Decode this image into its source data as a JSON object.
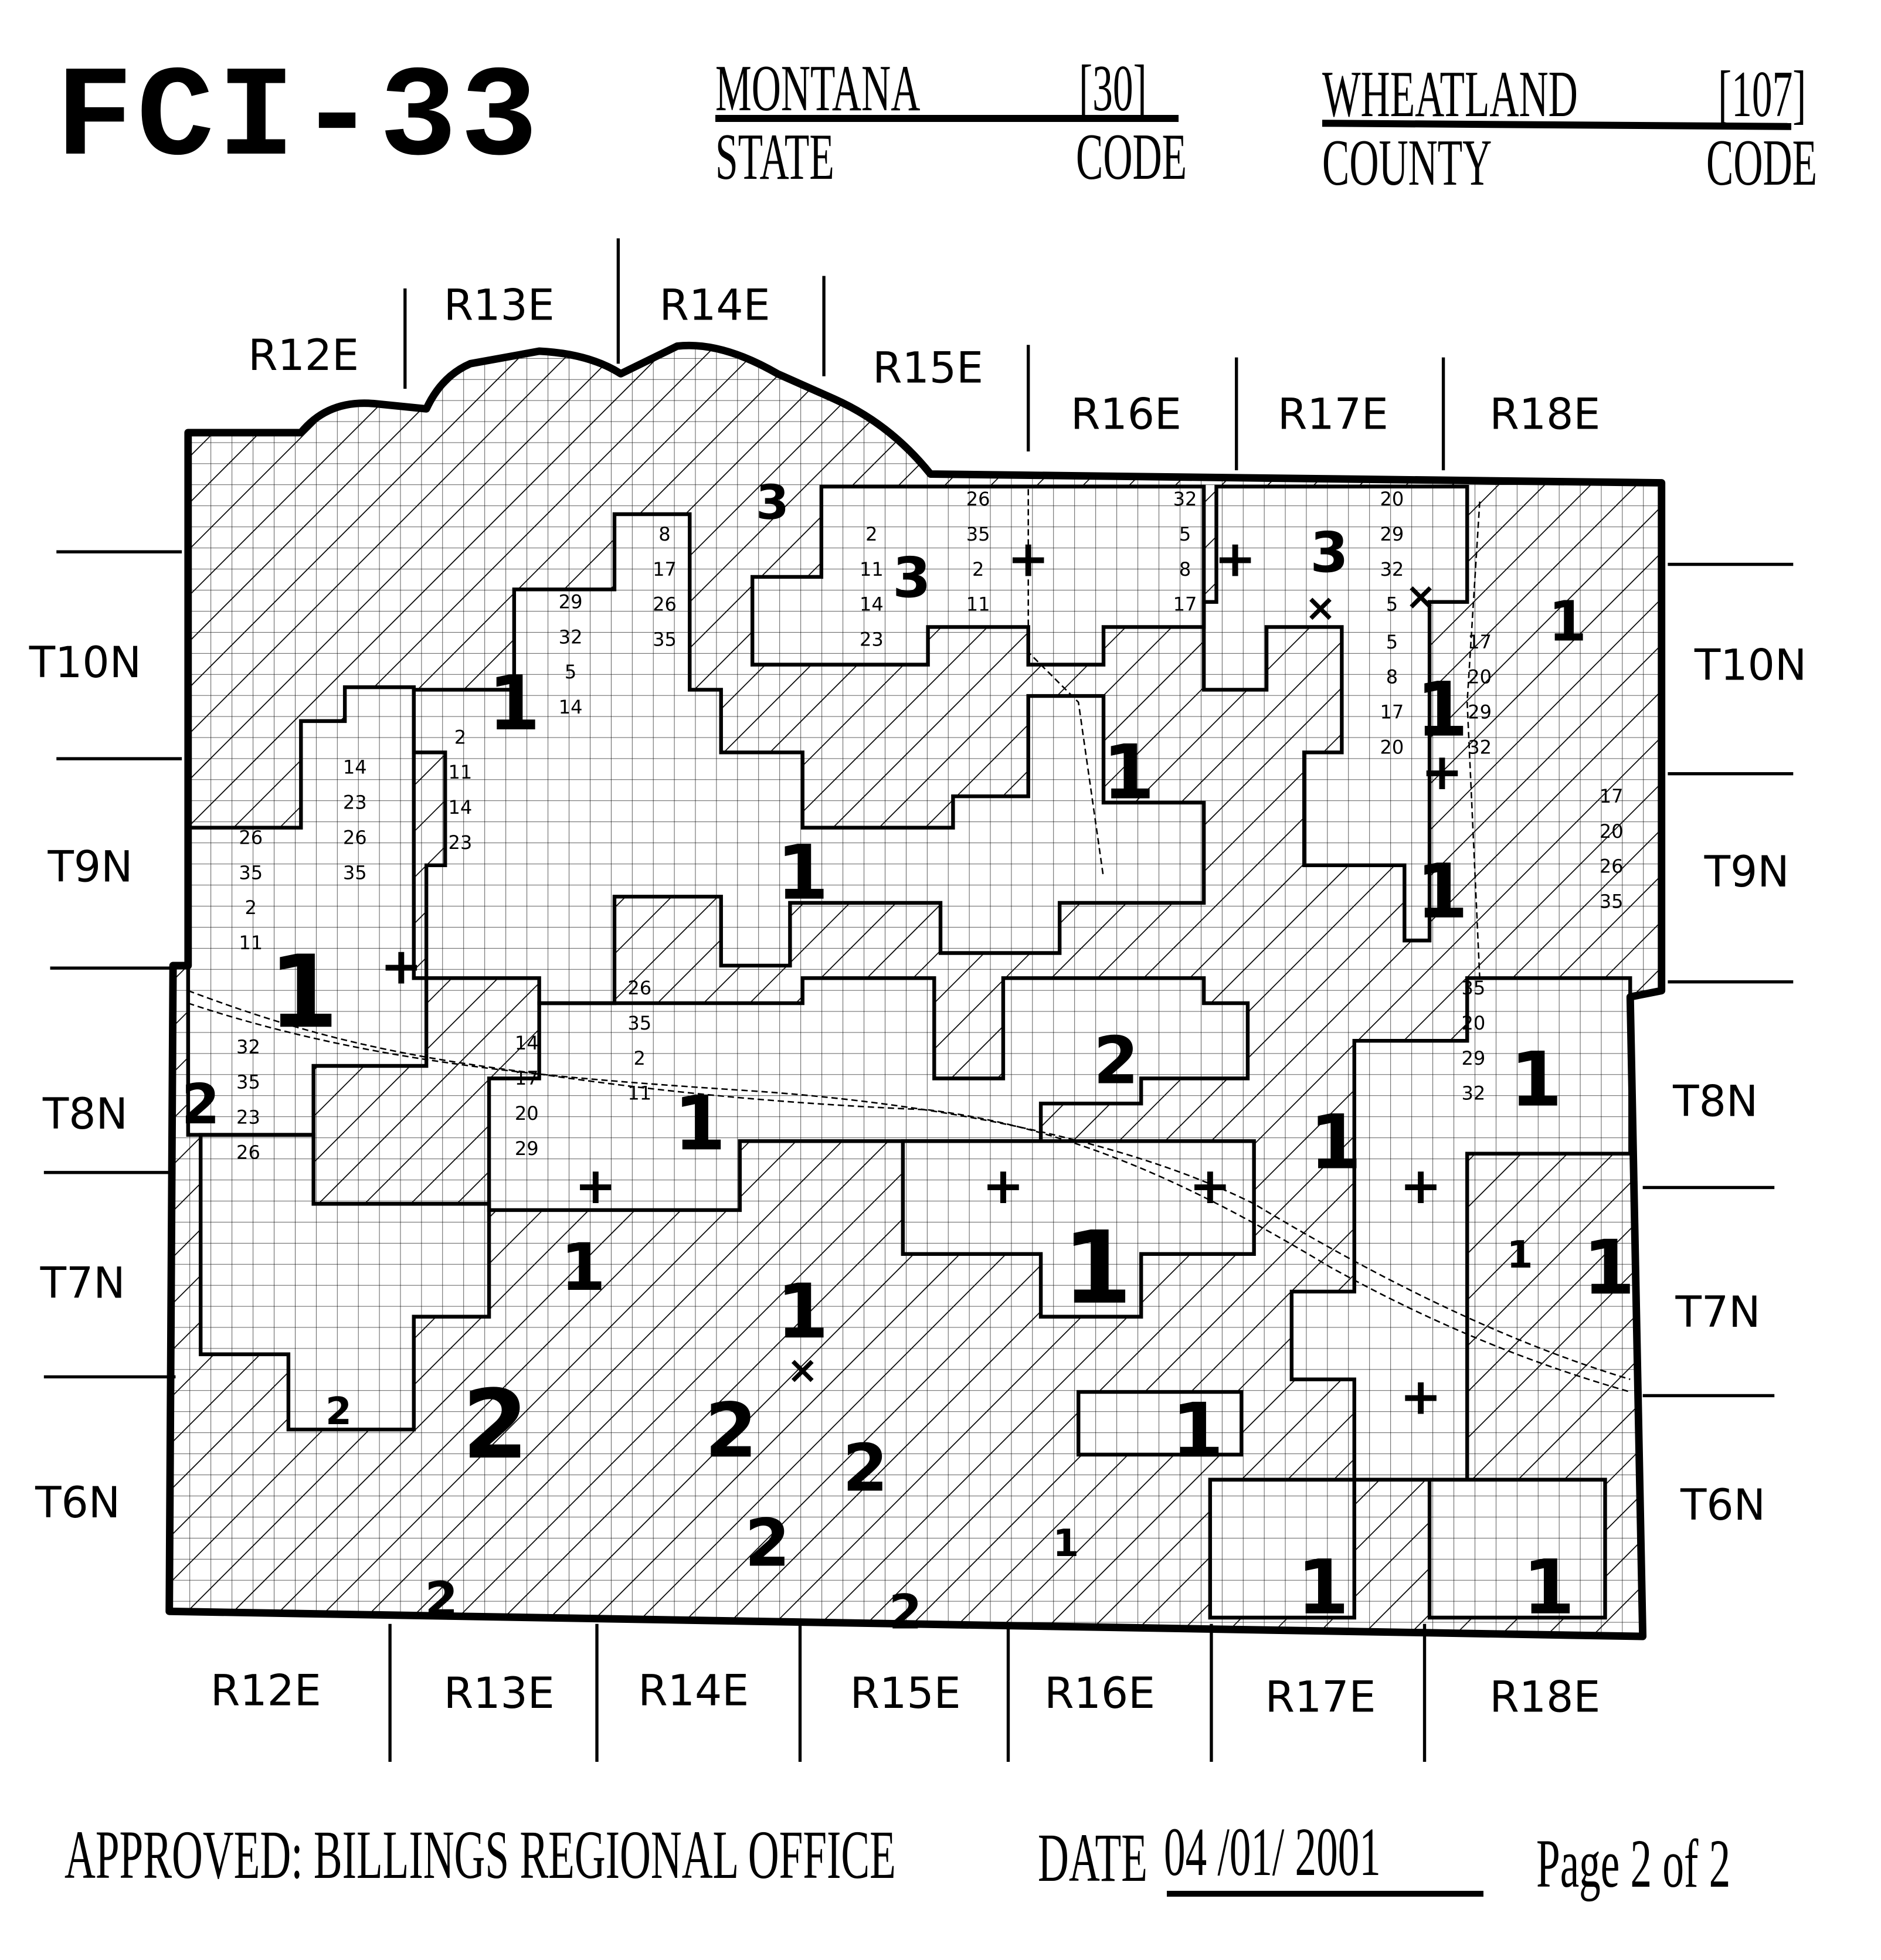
{
  "header": {
    "form_id": "FCI-33",
    "state_name": "MONTANA",
    "state_code": "[30]",
    "state_caption": "STATE",
    "state_code_caption": "CODE",
    "county_name": "WHEATLAND",
    "county_code": "[107]",
    "county_caption": "COUNTY",
    "county_code_caption": "CODE"
  },
  "map": {
    "ranges_top": [
      "R12E",
      "R13E",
      "R14E",
      "R15E",
      "R16E",
      "R17E",
      "R18E"
    ],
    "ranges_bottom": [
      "R12E",
      "R13E",
      "R14E",
      "R15E",
      "R16E",
      "R17E",
      "R18E"
    ],
    "townships_left": [
      "T10N",
      "T9N",
      "T8N",
      "T7N",
      "T6N"
    ],
    "townships_right": [
      "T10N",
      "T9N",
      "T8N",
      "T7N",
      "T6N"
    ],
    "zone_labels": [
      "3",
      "3",
      "3",
      "1",
      "1",
      "1",
      "1",
      "1",
      "1",
      "1",
      "1",
      "2",
      "1",
      "1",
      "1",
      "1",
      "1",
      "1",
      "2",
      "2",
      "2",
      "2",
      "2",
      "2",
      "2",
      "1",
      "1",
      "1",
      "1",
      "2",
      "1",
      "+",
      "+",
      "+",
      "+",
      "+",
      "+",
      "+",
      "+",
      "+",
      "×",
      "×",
      "×"
    ],
    "section_numbers": [
      "26",
      "35",
      "2",
      "11",
      "32",
      "5",
      "8",
      "17",
      "20",
      "29",
      "32",
      "5",
      "8",
      "17",
      "26",
      "35",
      "2",
      "11",
      "14",
      "23",
      "26",
      "35",
      "2",
      "11",
      "14",
      "23",
      "26",
      "35",
      "17",
      "20",
      "29",
      "32",
      "5",
      "8",
      "17",
      "20",
      "29",
      "32",
      "5",
      "14",
      "17",
      "20",
      "26",
      "35",
      "2",
      "11",
      "14",
      "23",
      "26",
      "35",
      "2",
      "11",
      "14",
      "17",
      "20",
      "29",
      "32",
      "35",
      "23",
      "26",
      "35",
      "20",
      "29",
      "32"
    ]
  },
  "footer": {
    "approved": "APPROVED: BILLINGS REGIONAL OFFICE",
    "date_label": "DATE",
    "date_value": "04 /01/ 2001",
    "page": "Page 2 of 2"
  }
}
